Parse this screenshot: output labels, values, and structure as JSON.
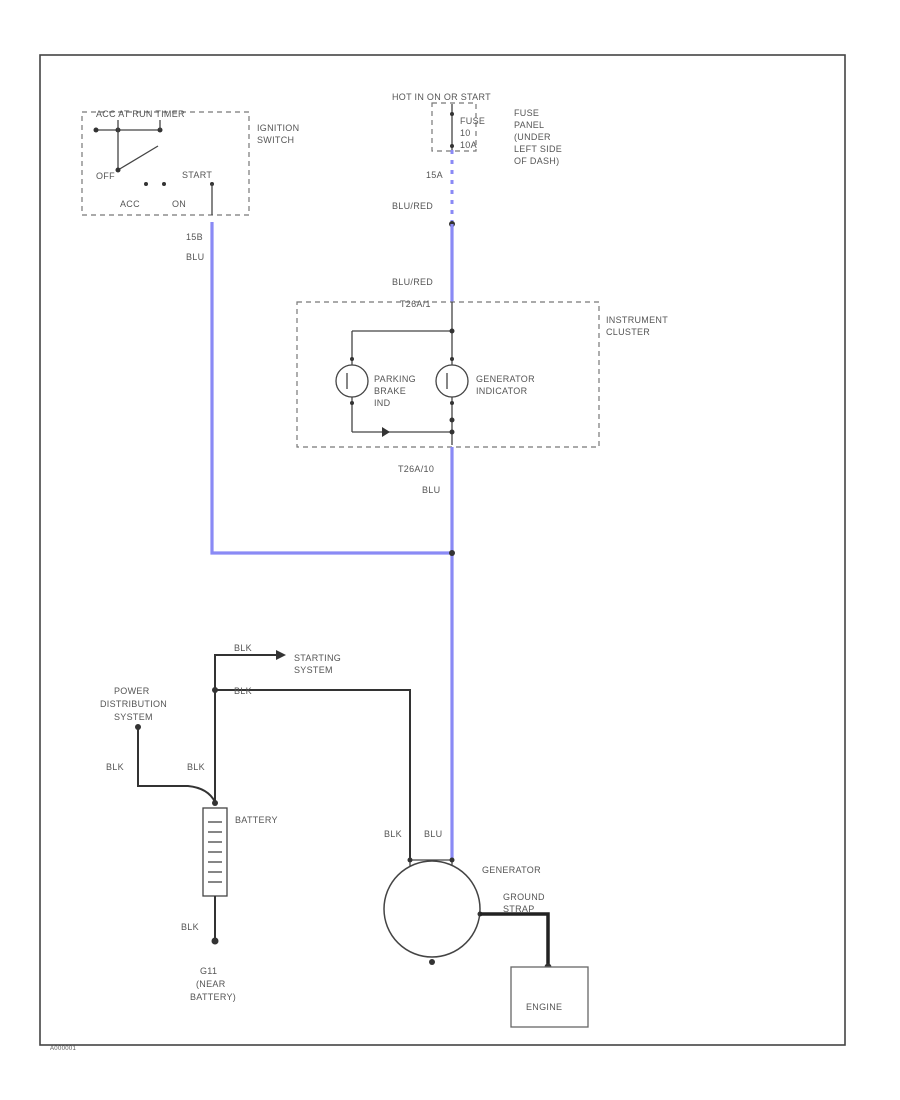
{
  "ignition_switch": {
    "top_label": "ACC AT  RUN  TIMER",
    "name_line1": "IGNITION",
    "name_line2": "SWITCH",
    "pos_off": "OFF",
    "pos_start": "START",
    "pos_acc": "ACC",
    "pos_on": "ON",
    "wire_id": "15B",
    "wire_color": "BLU"
  },
  "fuse_panel": {
    "hot_label": "HOT IN ON OR START",
    "fuse_label": "FUSE",
    "fuse_number": "10",
    "fuse_amps": "10A",
    "desc_line1": "FUSE",
    "desc_line2": "PANEL",
    "desc_line3": "(UNDER",
    "desc_line4": "LEFT SIDE",
    "desc_line5": "OF DASH)",
    "circuit": "15A",
    "wire_color": "BLU/RED"
  },
  "instrument_cluster": {
    "wire_color_in": "BLU/RED",
    "connector_in": "T26A/1",
    "name_line1": "INSTRUMENT",
    "name_line2": "CLUSTER",
    "lamp1_line1": "PARKING",
    "lamp1_line2": "BRAKE",
    "lamp1_line3": "IND",
    "lamp2_line1": "GENERATOR",
    "lamp2_line2": "INDICATOR",
    "connector_out": "T26A/10",
    "wire_color_out": "BLU"
  },
  "starting": {
    "wire_color": "BLK",
    "line1": "STARTING",
    "line2": "SYSTEM",
    "feed_color": "BLK"
  },
  "power_distribution": {
    "line1": "POWER",
    "line2": "DISTRIBUTION",
    "line3": "SYSTEM",
    "wire_color": "BLK"
  },
  "battery": {
    "label": "BATTERY",
    "wire_color_top": "BLK",
    "wire_color_bottom": "BLK",
    "ground_line1": "G11",
    "ground_line2": "(NEAR",
    "ground_line3": "BATTERY)"
  },
  "generator": {
    "label": "GENERATOR",
    "term_b_color": "BLK",
    "term_d_color": "BLU",
    "strap_line1": "GROUND",
    "strap_line2": "STRAP"
  },
  "engine": {
    "label": "ENGINE"
  },
  "corner_code": "A000001"
}
